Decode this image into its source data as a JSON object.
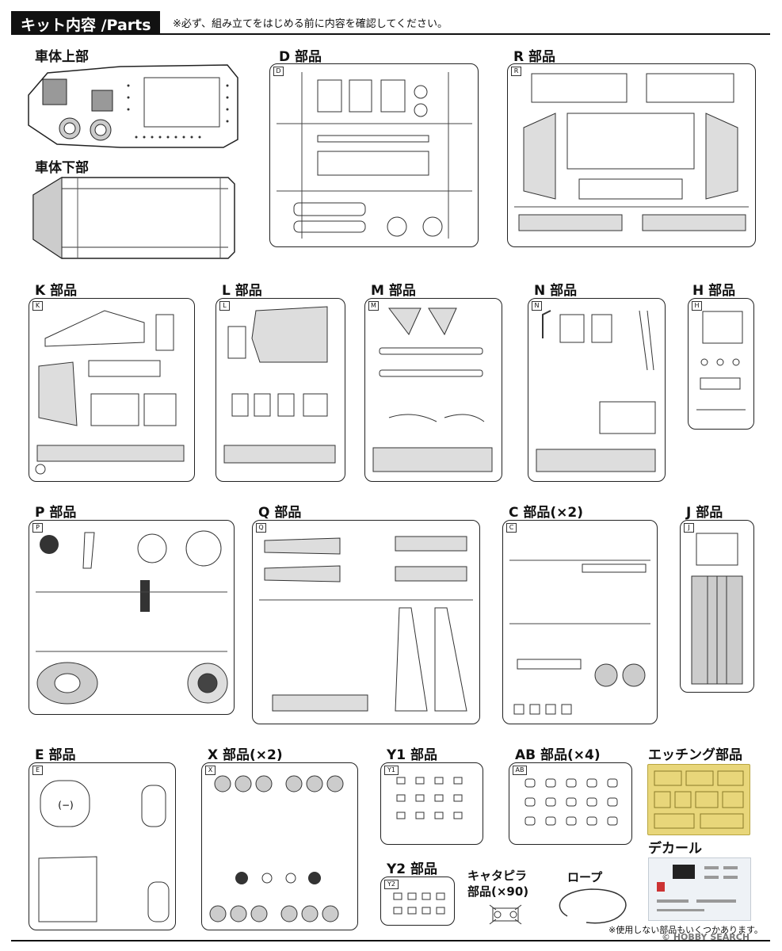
{
  "header": {
    "title": "キット内容 /Parts",
    "note": "※必ず、組み立てをはじめる前に内容を確認してください。"
  },
  "labels": {
    "upper_hull": "車体上部",
    "lower_hull": "車体下部",
    "d": "D 部品",
    "r": "R 部品",
    "k": "K 部品",
    "l": "L 部品",
    "m": "M 部品",
    "n": "N 部品",
    "h": "H 部品",
    "p": "P 部品",
    "q": "Q 部品",
    "c": "C 部品(×2)",
    "j": "J 部品",
    "e": "E 部品",
    "x": "X 部品(×2)",
    "y1": "Y1 部品",
    "ab": "AB 部品(×4)",
    "etching": "エッチング部品",
    "decal": "デカール",
    "y2": "Y2 部品",
    "track": "キャタピラ",
    "track2": "部品(×90)",
    "rope": "ロープ"
  },
  "sprue_tags": {
    "d": "D",
    "r": "R",
    "k": "K",
    "l": "L",
    "m": "M",
    "n": "N",
    "h": "H",
    "p": "P",
    "q": "Q",
    "c": "C",
    "j": "J",
    "e": "E",
    "x": "X",
    "y1": "Y1",
    "ab": "AB",
    "y2": "Y2"
  },
  "footnote": "※使用しない部品もいくつかあります。",
  "watermark": "© HOBBY SEARCH"
}
